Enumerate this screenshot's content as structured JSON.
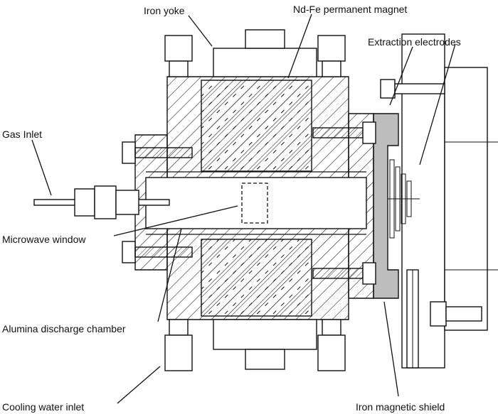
{
  "labels": {
    "iron_yoke": "Iron yoke",
    "nd_fe_magnet": "Nd-Fe permanent magnet",
    "extraction_electrodes": "Extraction electrodes",
    "gas_inlet": "Gas Inlet",
    "microwave_window": "Microwave window",
    "alumina_chamber": "Alumina discharge chamber",
    "cooling_water_inlet": "Cooling water inlet",
    "iron_magnetic_shield": "Iron magnetic shield"
  },
  "colors": {
    "ink": "#111111",
    "paper": "#ffffff",
    "shield_gray": "#bdbdbd"
  }
}
